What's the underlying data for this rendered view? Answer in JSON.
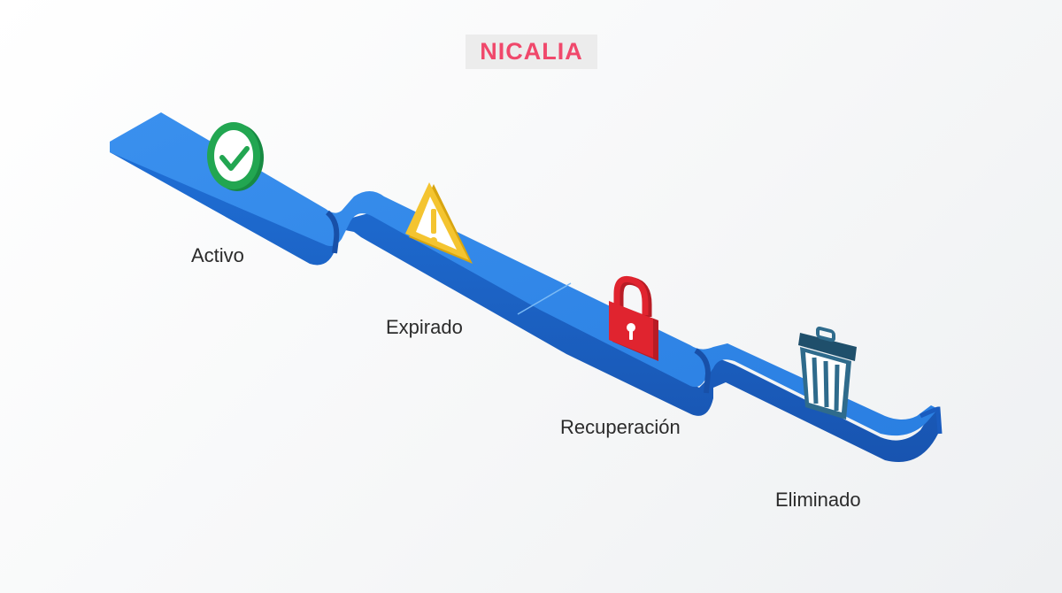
{
  "logo": {
    "text": "NICALIA",
    "color": "#f0486b"
  },
  "stages": [
    {
      "label": "Activo",
      "icon": "check-circle-icon",
      "color": "#22a651"
    },
    {
      "label": "Expirado",
      "icon": "warning-triangle-icon",
      "color": "#f4c430"
    },
    {
      "label": "Recuperación",
      "icon": "padlock-icon",
      "color": "#e0242f"
    },
    {
      "label": "Eliminado",
      "icon": "trash-can-icon",
      "color": "#2f6b8c"
    }
  ],
  "colors": {
    "ribbon_top": "#2f86e6",
    "ribbon_side": "#1b5fc0",
    "background": "#f3f4f5"
  }
}
